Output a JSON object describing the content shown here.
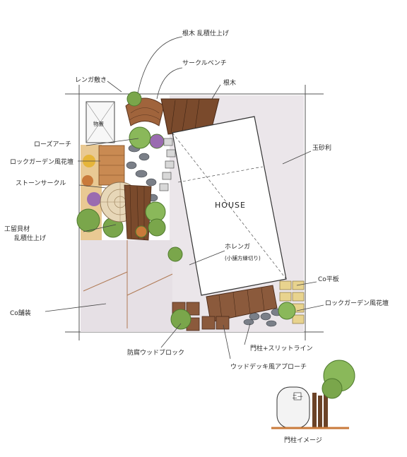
{
  "labels": {
    "shiboku_top": "根木 乱積仕上げ",
    "circle_bench": "サークルベンチ",
    "brick_paving": "レンガ敷き",
    "shiboku": "根木",
    "storage": "物置",
    "rose_arch": "ローズアーチ",
    "rock_garden_left": "ロックガーデン風花壇",
    "stone_circle": "ストーンサークル",
    "material": "工留貝材",
    "material_finish": "乱積仕上げ",
    "gravel": "玉砂利",
    "house": "HOUSE",
    "brick_path": "ホレンガ",
    "brick_path_sub": "(小舗方縁切り)",
    "co_board": "Co平板",
    "rock_garden_right": "ロックガーデン風花壇",
    "co_paving": "Co舗装",
    "wood_block": "防腐ウッドブロック",
    "gate_slit": "門柱+スリットライン",
    "wood_deck_approach": "ウッドデッキ風アプローチ",
    "gate_image": "門柱イメージ"
  },
  "gate_sign_text": "ニ一",
  "colors": {
    "ink": "#2a2a2a",
    "paving": "#e8e3e6",
    "wood": "#8b5a3c",
    "wood_dark": "#6b4226",
    "green": "#7aa64b",
    "green_dark": "#4f7a2e",
    "stone": "#7a7f88",
    "brick": "#c97a3a",
    "sand": "#e9c993",
    "purple": "#9a6bb0",
    "yellow": "#e6b53a"
  }
}
